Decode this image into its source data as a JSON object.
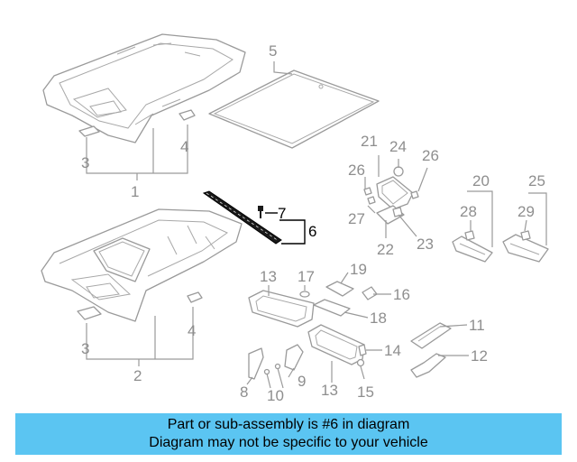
{
  "labels": {
    "n1": "1",
    "n2": "2",
    "n3a": "3",
    "n3b": "3",
    "n4a": "4",
    "n4b": "4",
    "n5": "5",
    "n6": "6",
    "n7": "7",
    "n8": "8",
    "n9": "9",
    "n10": "10",
    "n11": "11",
    "n12": "12",
    "n13a": "13",
    "n13b": "13",
    "n14": "14",
    "n15": "15",
    "n16": "16",
    "n17": "17",
    "n18": "18",
    "n19": "19",
    "n20": "20",
    "n21": "21",
    "n22": "22",
    "n23": "23",
    "n24": "24",
    "n25": "25",
    "n26a": "26",
    "n26b": "26",
    "n27": "27",
    "n28": "28",
    "n29": "29"
  },
  "highlight_part": "6",
  "colors": {
    "highlight": "#000000",
    "parts": "#9a9a9a",
    "banner": "#5bc5f2"
  },
  "banner": {
    "line1": "Part or sub-assembly is #6 in diagram",
    "line2": "Diagram may not be specific to your vehicle"
  }
}
